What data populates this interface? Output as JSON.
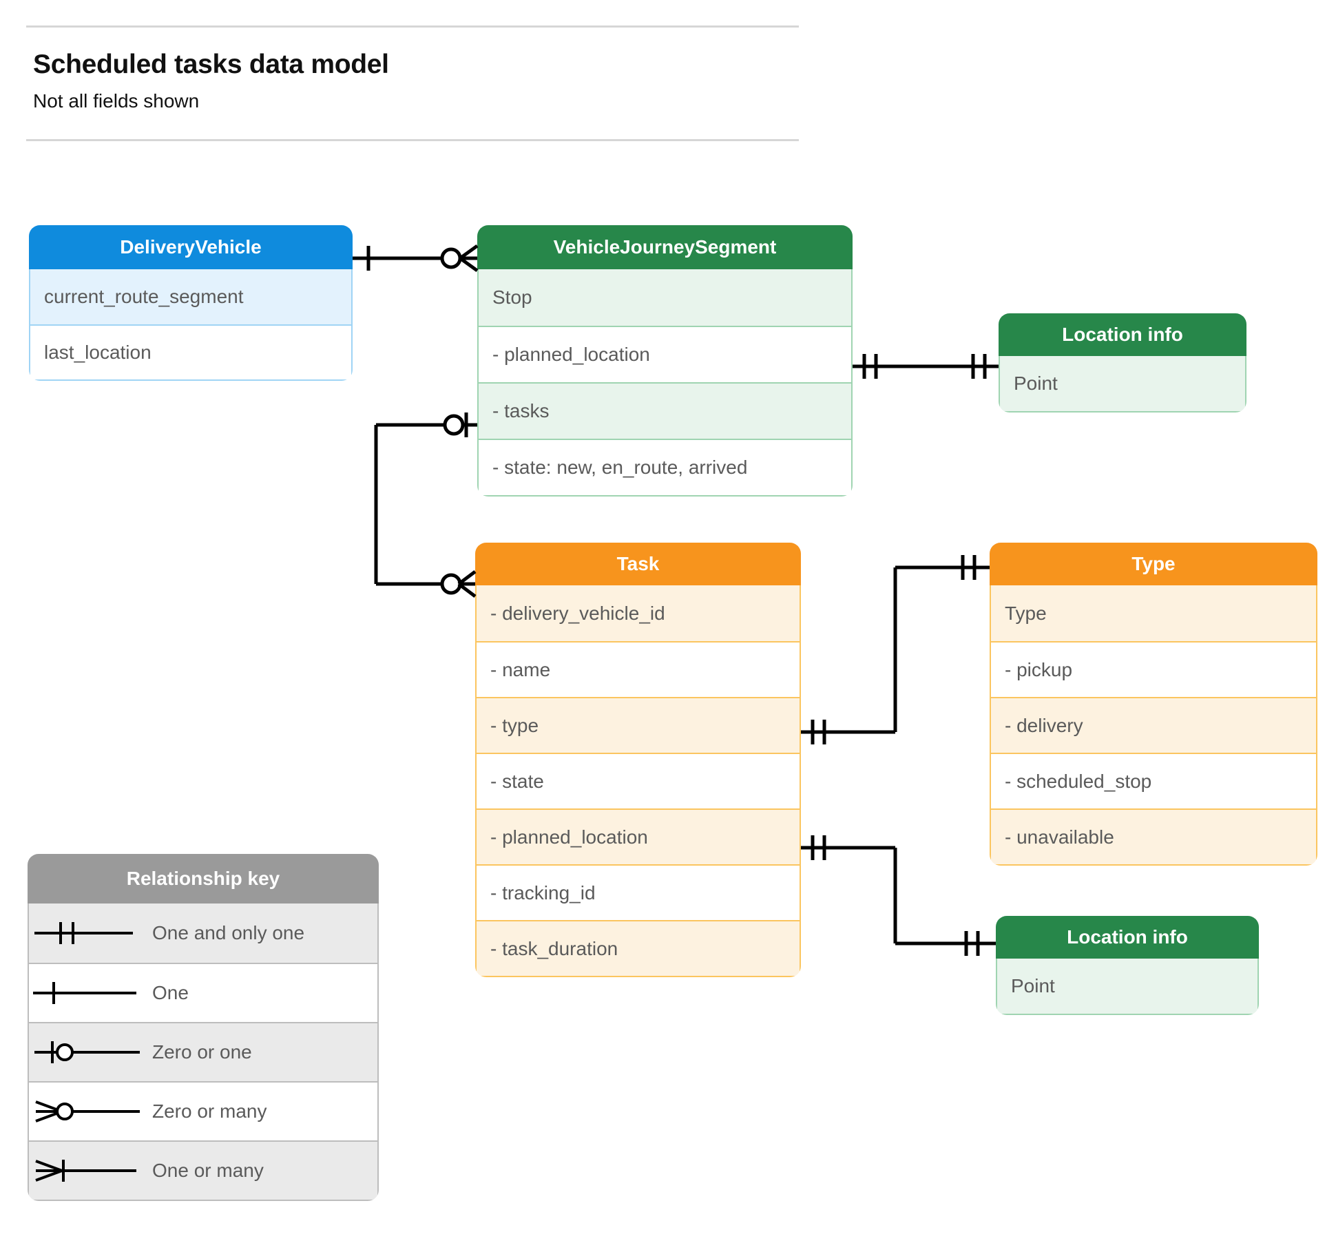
{
  "header": {
    "title": "Scheduled tasks data model",
    "subtitle": "Not all fields shown"
  },
  "entities": {
    "delivery_vehicle": {
      "title": "DeliveryVehicle",
      "color": "#0f8bdd",
      "rows": [
        "current_route_segment",
        "last_location"
      ]
    },
    "vehicle_journey_segment": {
      "title": "VehicleJourneySegment",
      "color": "#27874a",
      "rows": [
        "Stop",
        "-  planned_location",
        "- tasks",
        "- state: new, en_route, arrived"
      ]
    },
    "location_info_top": {
      "title": "Location info",
      "color": "#27874a",
      "rows": [
        "Point"
      ]
    },
    "location_info_bottom": {
      "title": "Location info",
      "color": "#27874a",
      "rows": [
        "Point"
      ]
    },
    "task": {
      "title": "Task",
      "color": "#f7941d",
      "rows": [
        "- delivery_vehicle_id",
        "- name",
        "- type",
        "- state",
        "- planned_location",
        "- tracking_id",
        "- task_duration"
      ]
    },
    "type": {
      "title": "Type",
      "color": "#f7941d",
      "rows": [
        "Type",
        "-  pickup",
        "-  delivery",
        "-  scheduled_stop",
        "-  unavailable"
      ]
    }
  },
  "legend": {
    "title": "Relationship key",
    "items": [
      {
        "symbol": "one-and-only-one",
        "label": "One and only one"
      },
      {
        "symbol": "one",
        "label": "One"
      },
      {
        "symbol": "zero-or-one",
        "label": "Zero or one"
      },
      {
        "symbol": "zero-or-many",
        "label": "Zero or many"
      },
      {
        "symbol": "one-or-many",
        "label": "One or many"
      }
    ]
  },
  "relationships": [
    {
      "from": "DeliveryVehicle",
      "from_cardinality": "one",
      "to": "VehicleJourneySegment",
      "to_cardinality": "zero-or-many"
    },
    {
      "from": "VehicleJourneySegment.tasks",
      "from_cardinality": "zero-or-one",
      "to": "Task",
      "to_cardinality": "zero-or-many"
    },
    {
      "from": "VehicleJourneySegment.planned_location",
      "from_cardinality": "one-and-only-one",
      "to": "Location info",
      "to_cardinality": "one-and-only-one"
    },
    {
      "from": "Task.type",
      "from_cardinality": "one-and-only-one",
      "to": "Type",
      "to_cardinality": "one-and-only-one"
    },
    {
      "from": "Task.planned_location",
      "from_cardinality": "one-and-only-one",
      "to": "Location info",
      "to_cardinality": "one-and-only-one"
    }
  ],
  "colors": {
    "blue": "#0f8bdd",
    "green": "#27874a",
    "orange": "#f7941d",
    "grey": "#9a9a9a",
    "line": "#000000",
    "rule": "#d6d6d6"
  }
}
